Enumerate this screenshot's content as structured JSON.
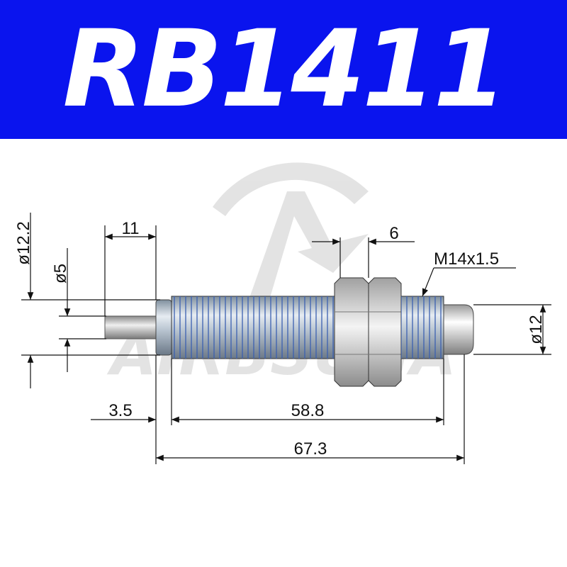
{
  "header": {
    "title": "RB1411"
  },
  "dimensions": {
    "d_head": "ø12.2",
    "d_rod": "ø5",
    "rod_length": "11",
    "nut_width": "6",
    "thread": "M14x1.5",
    "d_cap": "ø12",
    "stroke": "3.5",
    "body_length": "58.8",
    "total_length": "67.3"
  },
  "watermark": {
    "text": "AIRBSUGA"
  },
  "colors": {
    "banner": "#0a14ee",
    "thread_lines": "#3a5fb0"
  }
}
